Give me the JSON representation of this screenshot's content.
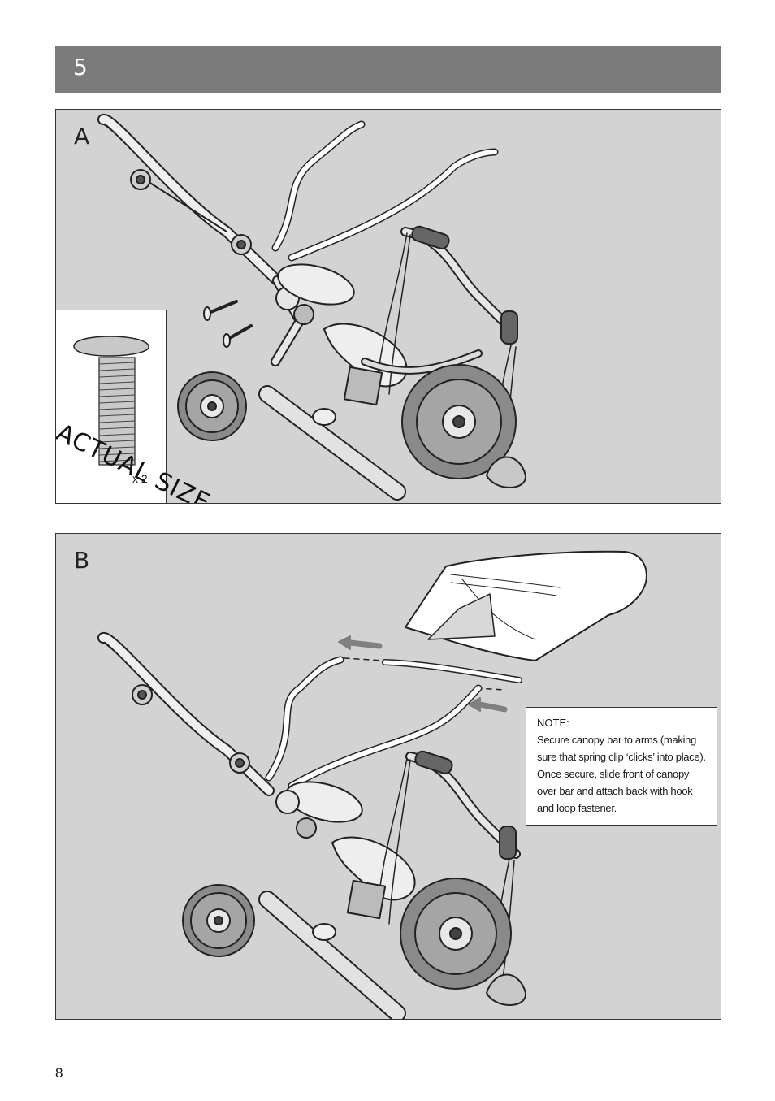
{
  "step": {
    "number": "5"
  },
  "panel_a": {
    "letter": "A",
    "actual_size_label": "ACTUAL SIZE",
    "quantity": "x 2"
  },
  "panel_b": {
    "letter": "B",
    "note": {
      "title": "NOTE:",
      "text": "Secure canopy bar to arms (making sure that spring clip ‘clicks’ into place). Once secure, slide front of canopy over bar and attach back with hook and loop fastener."
    }
  },
  "page": {
    "number": "8"
  },
  "colors": {
    "header_bar": "#7b7b7b",
    "panel_bg": "#d3d3d3",
    "arrow": "#808080"
  }
}
